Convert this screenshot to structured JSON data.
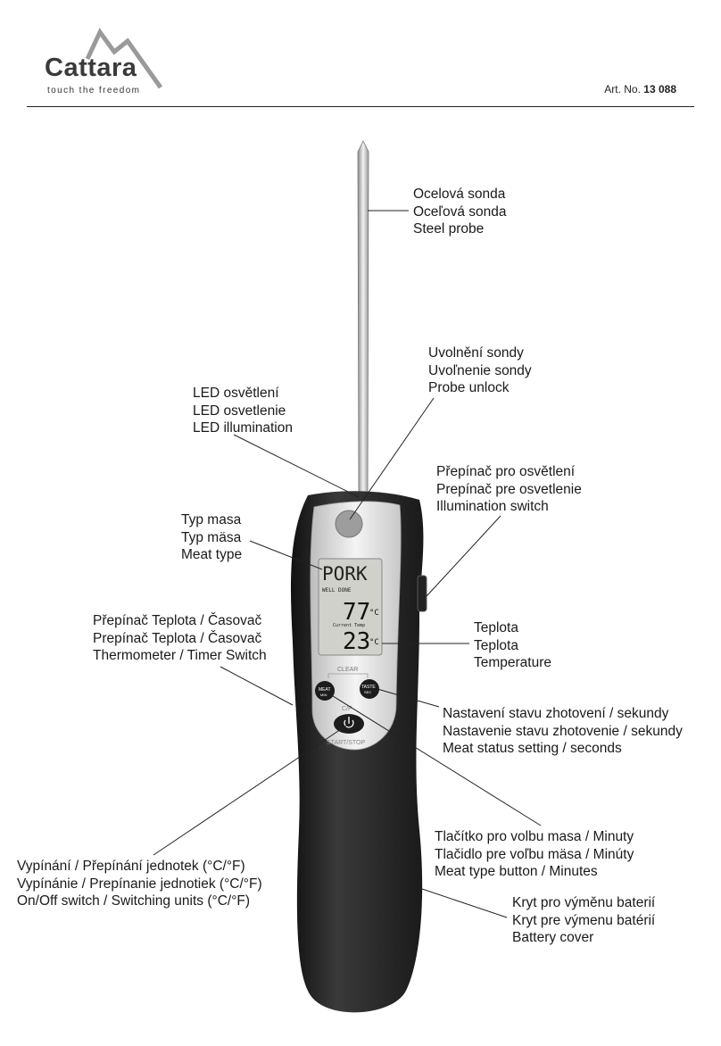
{
  "header": {
    "brand": "Cattara",
    "tagline": "touch the freedom",
    "art_label": "Art. No.",
    "art_number": "13 088"
  },
  "device": {
    "lcd_meat": "PORK",
    "lcd_doneness": "WELL DONE",
    "lcd_target_temp": "77",
    "lcd_current_label": "Current Temp",
    "lcd_current_temp": "23",
    "lcd_unit": "°C",
    "clear_label": "CLEAR",
    "meat_button_label": "MEAT",
    "meat_button_sub": "MIN",
    "taste_button_label": "TASTE",
    "taste_button_sub": "SEC",
    "power_top_label": "C/F",
    "power_bottom_label": "START/STOP",
    "body_color": "#2b2b2b",
    "face_color": "#e6e6e6"
  },
  "callouts": {
    "steel_probe": [
      "Ocelová sonda",
      "Oceľová sonda",
      "Steel probe"
    ],
    "probe_unlock": [
      "Uvolnění sondy",
      "Uvoľnenie sondy",
      "Probe unlock"
    ],
    "led": [
      "LED osvětlení",
      "LED osvetlenie",
      "LED illumination"
    ],
    "illumination_switch": [
      "Přepínač pro osvětlení",
      "Prepínač pre osvetlenie",
      "Illumination switch"
    ],
    "meat_type": [
      "Typ masa",
      "Typ mäsa",
      "Meat type"
    ],
    "thermo_timer": [
      "Přepínač Teplota / Časovač",
      "Prepínač Teplota / Časovač",
      "Thermometer / Timer Switch"
    ],
    "temperature": [
      "Teplota",
      "Teplota",
      "Temperature"
    ],
    "meat_status": [
      "Nastavení stavu zhotovení / sekundy",
      "Nastavenie stavu zhotovenie / sekundy",
      "Meat status setting / seconds"
    ],
    "meat_button": [
      "Tlačítko pro volbu masa / Minuty",
      "Tlačidlo pre voľbu mäsa / Minúty",
      "Meat type button / Minutes"
    ],
    "on_off": [
      "Vypínání / Přepínání jednotek (°C/°F)",
      "Vypínánie / Prepínanie jednotiek (°C/°F)",
      "On/Off switch / Switching units (°C/°F)"
    ],
    "battery": [
      "Kryt pro výměnu baterií",
      "Kryt pre výmenu batérií",
      "Battery cover"
    ]
  }
}
